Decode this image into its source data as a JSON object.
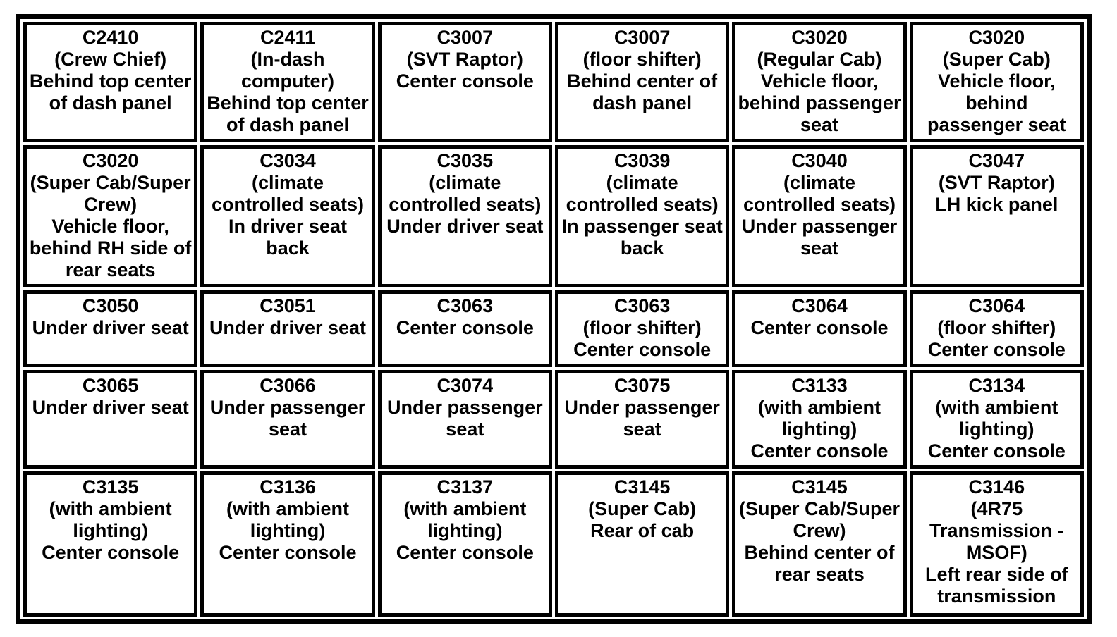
{
  "colors": {
    "background": "#ffffff",
    "border": "#000000",
    "text": "#000000"
  },
  "table": {
    "description": "Connector location grid, 5 rows x 6 columns",
    "rows": [
      {
        "cells": [
          {
            "id": "C2410",
            "text": "C2410\n(Crew Chief)\nBehind top center\nof dash panel"
          },
          {
            "id": "C2411",
            "text": "C2411\n(In-dash\ncomputer)\nBehind top center\nof dash panel"
          },
          {
            "id": "C3007",
            "text": "C3007\n(SVT Raptor)\nCenter console"
          },
          {
            "id": "C3007",
            "text": "C3007\n(floor shifter)\nBehind center of\ndash panel"
          },
          {
            "id": "C3020",
            "text": "C3020\n(Regular Cab)\nVehicle floor,\nbehind passenger\nseat"
          },
          {
            "id": "C3020",
            "text": "C3020\n(Super Cab)\nVehicle floor,\nbehind\npassenger seat"
          }
        ]
      },
      {
        "cells": [
          {
            "id": "C3020",
            "text": "C3020\n(Super Cab/Super\nCrew)\nVehicle floor,\nbehind RH side of\nrear seats"
          },
          {
            "id": "C3034",
            "text": "C3034\n(climate\ncontrolled seats)\nIn driver seat\nback"
          },
          {
            "id": "C3035",
            "text": "C3035\n(climate\ncontrolled seats)\nUnder driver seat"
          },
          {
            "id": "C3039",
            "text": "C3039\n(climate\ncontrolled seats)\nIn passenger seat\nback"
          },
          {
            "id": "C3040",
            "text": "C3040\n(climate\ncontrolled seats)\nUnder passenger\nseat"
          },
          {
            "id": "C3047",
            "text": "C3047\n(SVT Raptor)\nLH kick panel"
          }
        ]
      },
      {
        "cells": [
          {
            "id": "C3050",
            "text": "C3050\nUnder driver seat"
          },
          {
            "id": "C3051",
            "text": "C3051\nUnder driver seat"
          },
          {
            "id": "C3063",
            "text": "C3063\nCenter console"
          },
          {
            "id": "C3063",
            "text": "C3063\n(floor shifter)\nCenter console"
          },
          {
            "id": "C3064",
            "text": "C3064\nCenter console"
          },
          {
            "id": "C3064",
            "text": "C3064\n(floor shifter)\nCenter console"
          }
        ]
      },
      {
        "cells": [
          {
            "id": "C3065",
            "text": "C3065\nUnder driver seat"
          },
          {
            "id": "C3066",
            "text": "C3066\nUnder passenger\nseat"
          },
          {
            "id": "C3074",
            "text": "C3074\nUnder passenger\nseat"
          },
          {
            "id": "C3075",
            "text": "C3075\nUnder passenger\nseat"
          },
          {
            "id": "C3133",
            "text": "C3133\n(with ambient\nlighting)\nCenter console"
          },
          {
            "id": "C3134",
            "text": "C3134\n(with ambient\nlighting)\nCenter console"
          }
        ]
      },
      {
        "cells": [
          {
            "id": "C3135",
            "text": "C3135\n(with ambient\nlighting)\nCenter console"
          },
          {
            "id": "C3136",
            "text": "C3136\n(with ambient\nlighting)\nCenter console"
          },
          {
            "id": "C3137",
            "text": "C3137\n(with ambient\nlighting)\nCenter console"
          },
          {
            "id": "C3145",
            "text": "C3145\n(Super Cab)\nRear of cab"
          },
          {
            "id": "C3145",
            "text": "C3145\n(Super Cab/Super\nCrew)\nBehind center of\nrear seats"
          },
          {
            "id": "C3146",
            "text": "C3146\n(4R75\nTransmission -\nMSOF)\nLeft rear side of\ntransmission"
          }
        ]
      }
    ]
  }
}
